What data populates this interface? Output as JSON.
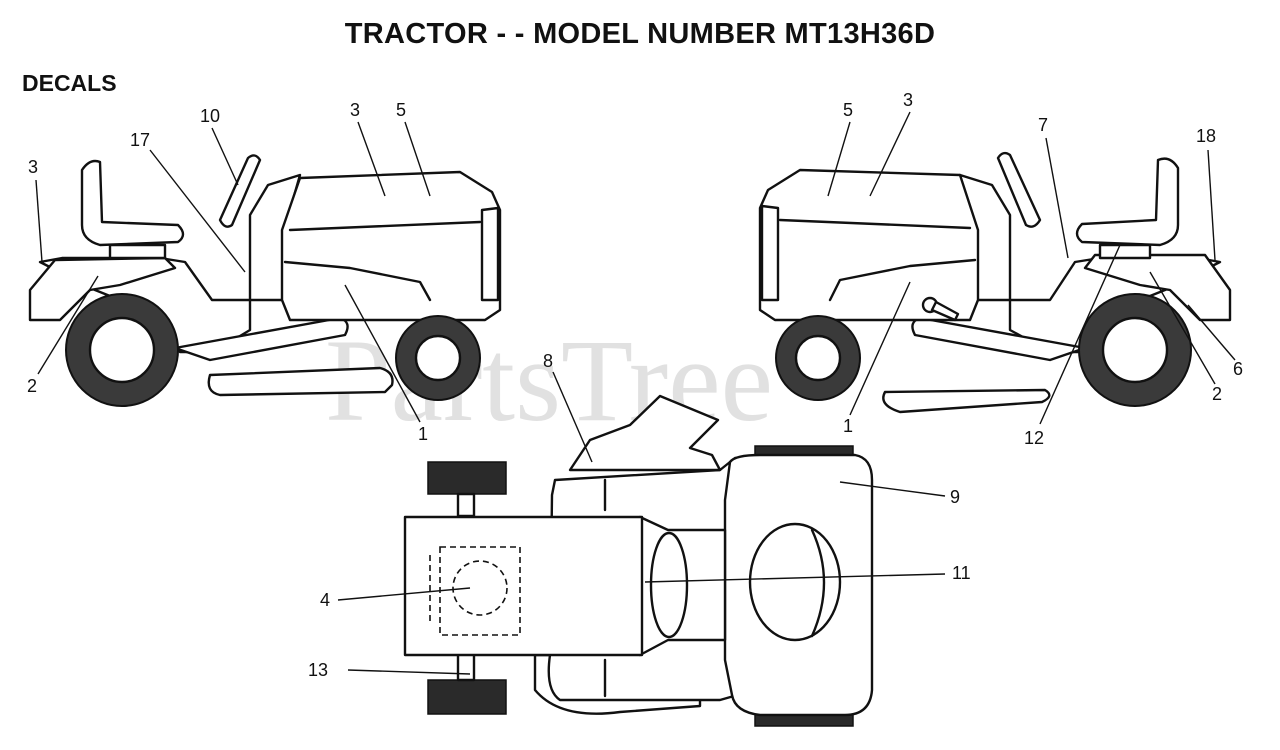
{
  "title": "TRACTOR - - MODEL NUMBER MT13H36D",
  "section_label": "DECALS",
  "watermark": "PartsTree",
  "callouts": {
    "left_3_fender": "3",
    "left_17": "17",
    "left_10": "10",
    "left_3_hood": "3",
    "left_5": "5",
    "left_2": "2",
    "left_1": "1",
    "right_5": "5",
    "right_3": "3",
    "right_7": "7",
    "right_18": "18",
    "right_6": "6",
    "right_2": "2",
    "right_12": "12",
    "right_1": "1",
    "top_8": "8",
    "top_9": "9",
    "top_11": "11",
    "top_4": "4",
    "top_13": "13"
  }
}
